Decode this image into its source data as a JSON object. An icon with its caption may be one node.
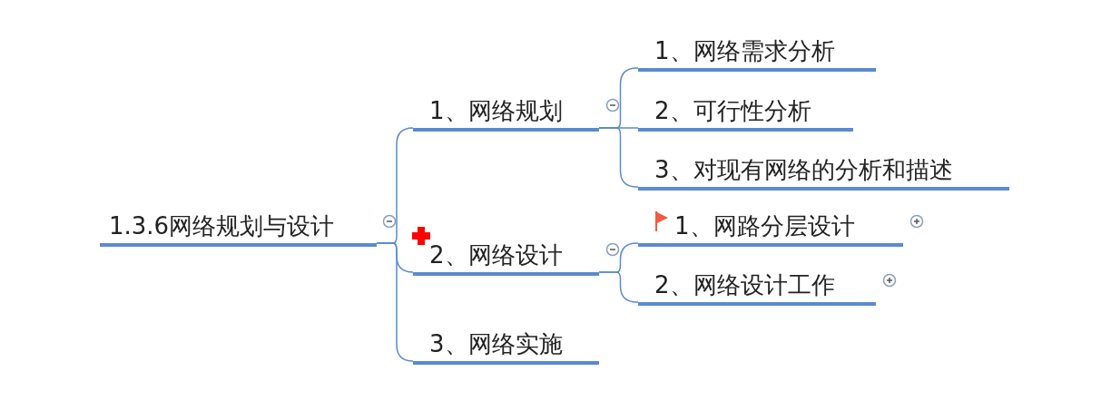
{
  "diagram": {
    "nodes": [
      {
        "text": [
          "1.3.6网络规划与设计"
        ]
      },
      {
        "text": [
          "1、网络规划"
        ]
      },
      {
        "text": [
          "2、网络设计"
        ]
      },
      {
        "text": [
          "3、网络实施"
        ]
      },
      {
        "text": [
          "1、网络需求分析"
        ]
      },
      {
        "text": [
          "2、可行性分析"
        ]
      },
      {
        "text": [
          "3、对现有网络的分析和描述"
        ]
      },
      {
        "text": [
          "1、网路分层设计"
        ]
      },
      {
        "text": [
          "2、网络设计工作"
        ]
      }
    ],
    "edges": [
      {
        "from": 0,
        "to": 1,
        "arrow": "none"
      },
      {
        "from": 0,
        "to": 2,
        "arrow": "none"
      },
      {
        "from": 0,
        "to": 3,
        "arrow": "none"
      },
      {
        "from": 1,
        "to": 4,
        "arrow": "none"
      },
      {
        "from": 1,
        "to": 5,
        "arrow": "none"
      },
      {
        "from": 1,
        "to": 6,
        "arrow": "none"
      },
      {
        "from": 2,
        "to": 7,
        "arrow": "none"
      },
      {
        "from": 2,
        "to": 8,
        "arrow": "none"
      }
    ]
  }
}
